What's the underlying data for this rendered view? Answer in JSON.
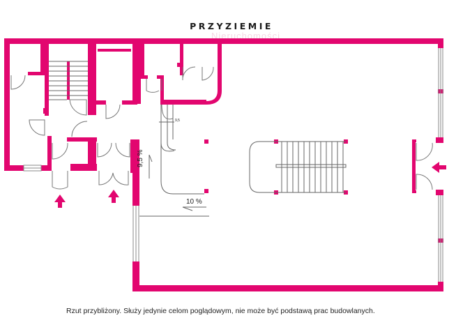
{
  "title": "PRZYZIEMIE",
  "watermark": "Nieruchomości",
  "colors": {
    "wall": "#e2066f",
    "line": "#666666",
    "text": "#222222"
  },
  "annotations": {
    "ramp_left_grade": "9,5 %",
    "ramp_bottom_grade": "10 %",
    "stair_small_mark": "9,5"
  },
  "entrances": [
    {
      "id": "entrance-left-1",
      "direction": "up"
    },
    {
      "id": "entrance-left-2",
      "direction": "up"
    },
    {
      "id": "entrance-right",
      "direction": "left"
    }
  ],
  "disclaimer": "Rzut przybliżony. Służy jedynie celom poglądowym, nie może być podstawą prac budowlanych."
}
